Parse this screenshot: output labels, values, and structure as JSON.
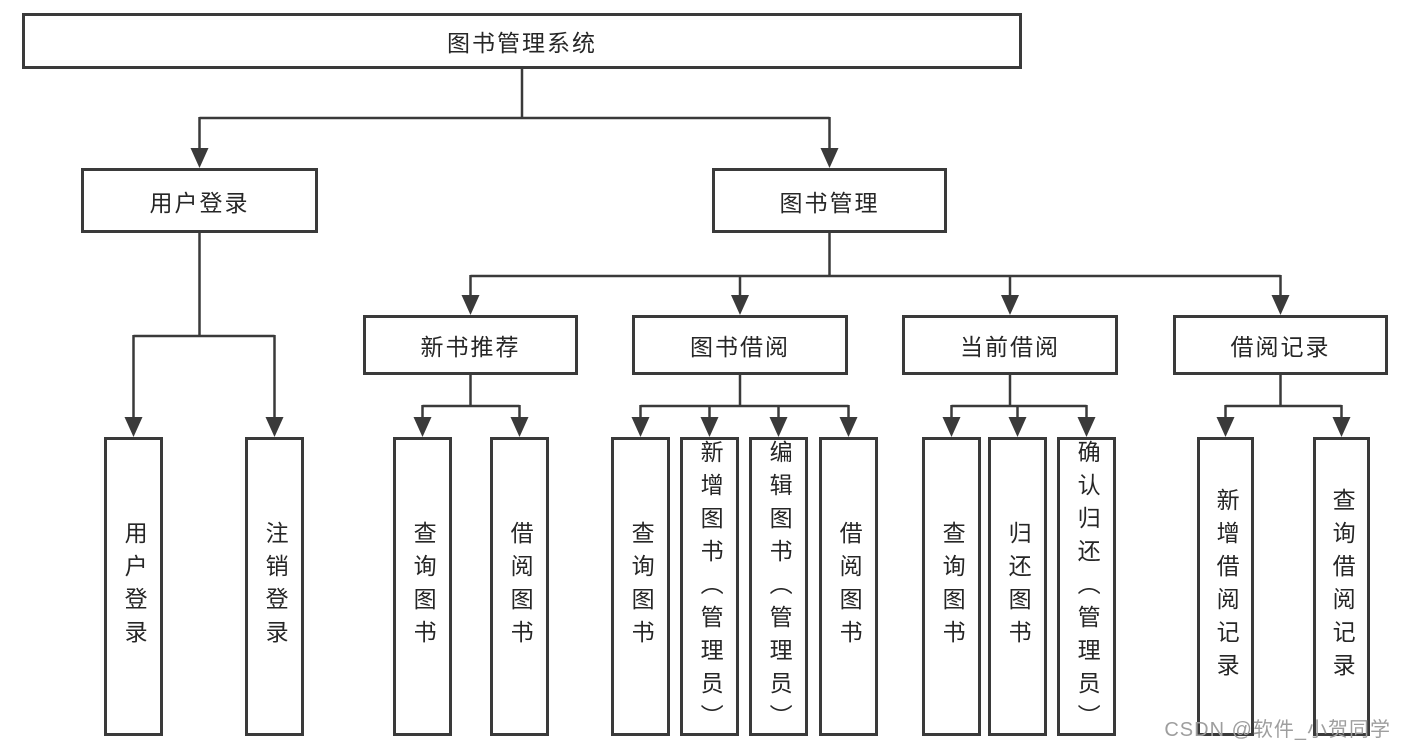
{
  "nodes": {
    "root": "图书管理系统",
    "user_login": "用户登录",
    "book_mgmt": "图书管理",
    "new_book_rec": "新书推荐",
    "book_borrow": "图书借阅",
    "current_borrow": "当前借阅",
    "borrow_record": "借阅记录",
    "leaf_user_login": "用户登录",
    "leaf_logout": "注销登录",
    "rec_query_book": "查询图书",
    "rec_borrow_book": "借阅图书",
    "bb_query_book": "查询图书",
    "bb_add_book": "新增图书（管理员）",
    "bb_edit_book": "编辑图书（管理员）",
    "bb_borrow_book": "借阅图书",
    "cb_query_book": "查询图书",
    "cb_return_book": "归还图书",
    "cb_confirm_return": "确认归还（管理员）",
    "br_add_record": "新增借阅记录",
    "br_query_record": "查询借阅记录"
  },
  "hierarchy": {
    "root": "图书管理系统",
    "children": [
      {
        "label": "用户登录",
        "children": [
          "用户登录",
          "注销登录"
        ]
      },
      {
        "label": "图书管理",
        "children": [
          {
            "label": "新书推荐",
            "children": [
              "查询图书",
              "借阅图书"
            ]
          },
          {
            "label": "图书借阅",
            "children": [
              "查询图书",
              "新增图书（管理员）",
              "编辑图书（管理员）",
              "借阅图书"
            ]
          },
          {
            "label": "当前借阅",
            "children": [
              "查询图书",
              "归还图书",
              "确认归还（管理员）"
            ]
          },
          {
            "label": "借阅记录",
            "children": [
              "新增借阅记录",
              "查询借阅记录"
            ]
          }
        ]
      }
    ]
  },
  "watermark": "CSDN @软件_小贺同学",
  "colors": {
    "line": "#3a3a3a",
    "box_border": "#3a3a3a",
    "text": "#262626",
    "background": "#ffffff",
    "watermark": "#9e9e9e"
  }
}
